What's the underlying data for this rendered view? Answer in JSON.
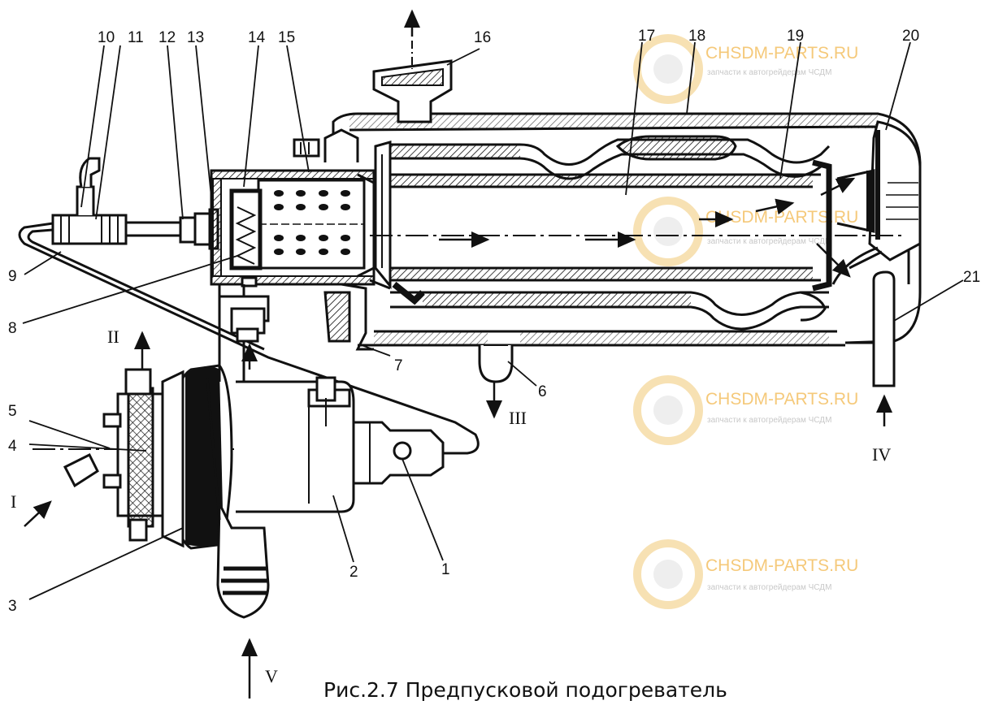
{
  "caption": "Рис.2.7 Предпусковой подогреватель",
  "watermark": {
    "brand": "CHSDM-PARTS.RU",
    "tagline": "запчасти к автогрейдерам ЧСДМ",
    "color": "#f5c97a"
  },
  "part_numbers": [
    "1",
    "2",
    "3",
    "4",
    "5",
    "6",
    "7",
    "8",
    "9",
    "10",
    "11",
    "12",
    "13",
    "14",
    "15",
    "16",
    "17",
    "18",
    "19",
    "20",
    "21"
  ],
  "flow_labels": [
    "I",
    "II",
    "III",
    "IV",
    "V"
  ]
}
